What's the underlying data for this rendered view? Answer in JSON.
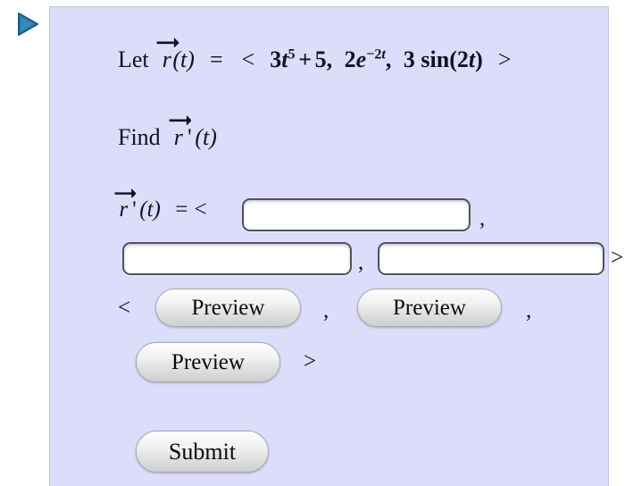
{
  "marker": {
    "icon": "play-triangle-icon",
    "color": "#2d7eb0"
  },
  "panel": {
    "background": "#dcdcfb",
    "border": "#c3c3e4"
  },
  "problem": {
    "let_prefix": "Let",
    "let_vector": "r",
    "let_arg": "(t)",
    "equals": "=",
    "open_angle": "<",
    "component_1": "3t^5 + 5",
    "component_2": "2e^{-2t}",
    "component_3": "3 sin(2t)",
    "close_angle": ">",
    "find_prefix": "Find",
    "find_vector": "r",
    "find_prime": "'",
    "find_arg": "(t)",
    "full_expression": "Let r(t) = < 3t^5 + 5, 2e^(-2t), 3 sin(2t) >",
    "question": "Find r '(t)"
  },
  "answer": {
    "label_vector": "r",
    "label_prime": "'",
    "label_arg": "(t)",
    "label_equals": "=",
    "label_open_angle": "<",
    "close_angle": ">",
    "comma": ",",
    "open_angle": "<",
    "fields": [
      {
        "name": "component-x",
        "value": "",
        "placeholder": ""
      },
      {
        "name": "component-y",
        "value": "",
        "placeholder": ""
      },
      {
        "name": "component-z",
        "value": "",
        "placeholder": ""
      }
    ]
  },
  "buttons": {
    "preview_label": "Preview",
    "submit_label": "Submit"
  }
}
